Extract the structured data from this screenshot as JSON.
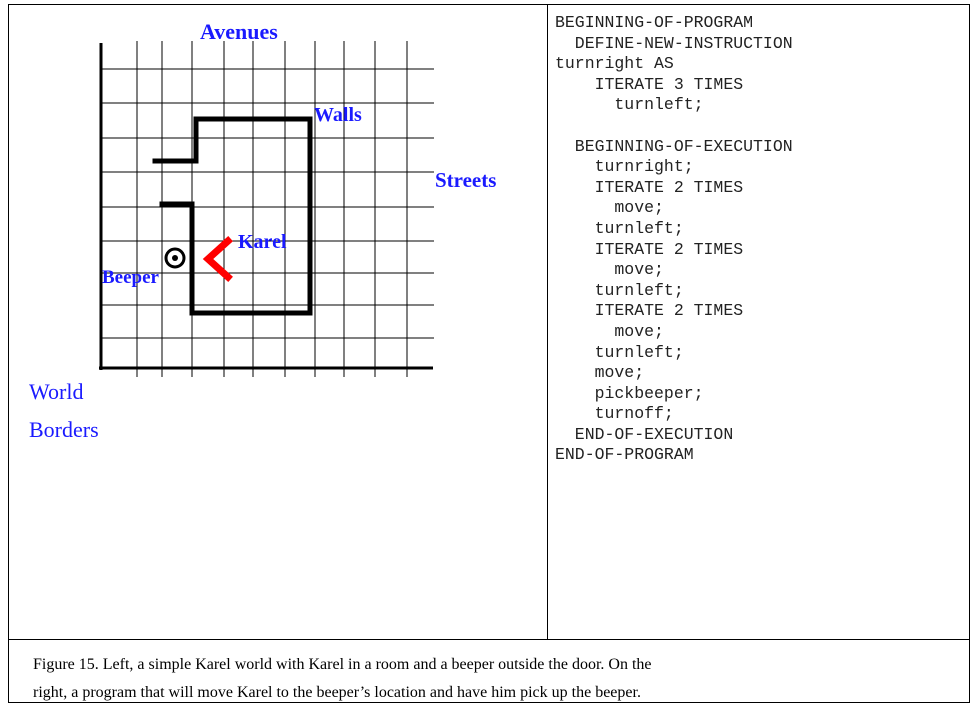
{
  "world": {
    "labels": {
      "avenues": "Avenues",
      "walls": "Walls",
      "streets": "Streets",
      "karel": "Karel",
      "beeper": "Beeper",
      "world_borders_line1": "World",
      "world_borders_line2": "Borders"
    },
    "colors": {
      "label": "#1a1aff",
      "karel": "#ff0000",
      "grid": "#000000",
      "walls": "#000000"
    },
    "icons": {
      "karel": "karel-robot-arrow-icon",
      "beeper": "beeper-circle-icon"
    }
  },
  "program": {
    "lines": [
      "BEGINNING-OF-PROGRAM",
      "  DEFINE-NEW-INSTRUCTION",
      "turnright AS",
      "    ITERATE 3 TIMES",
      "      turnleft;",
      "",
      "  BEGINNING-OF-EXECUTION",
      "    turnright;",
      "    ITERATE 2 TIMES",
      "      move;",
      "    turnleft;",
      "    ITERATE 2 TIMES",
      "      move;",
      "    turnleft;",
      "    ITERATE 2 TIMES",
      "      move;",
      "    turnleft;",
      "    move;",
      "    pickbeeper;",
      "    turnoff;",
      "  END-OF-EXECUTION",
      "END-OF-PROGRAM"
    ]
  },
  "caption": {
    "line1": "Figure 15.  Left, a simple Karel world with Karel in a room and a beeper outside the door. On the",
    "line2": "right, a program that will move Karel to the beeper’s location and have him pick up the beeper."
  }
}
